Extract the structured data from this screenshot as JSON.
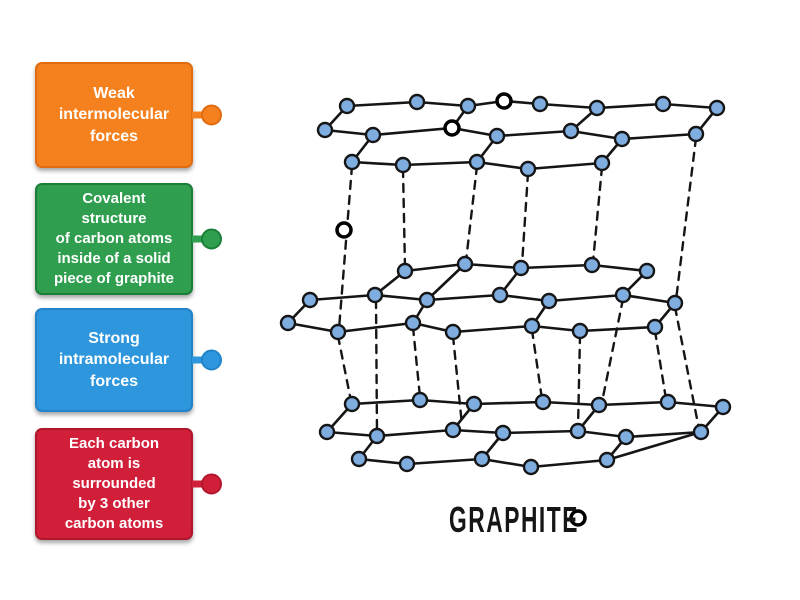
{
  "activity": {
    "background": "#ffffff"
  },
  "labels": [
    {
      "id": "weak-intermolecular-forces",
      "text": "Weak\nintermolecular\nforces",
      "fill": "#F5811E",
      "border": "#E06C12"
    },
    {
      "id": "covalent-structure",
      "text": "Covalent\nstructure\nof carbon atoms\ninside of a solid\npiece of graphite",
      "fill": "#2F9E4F",
      "border": "#1A7D38"
    },
    {
      "id": "strong-intramolecular-forces",
      "text": "Strong\nintramolecular\nforces",
      "fill": "#2D96DC",
      "border": "#2383C8"
    },
    {
      "id": "each-carbon-atom",
      "text": "Each carbon\natom is\nsurrounded\nby 3 other\ncarbon atoms",
      "fill": "#D21F39",
      "border": "#B0172E"
    }
  ],
  "diagram": {
    "caption": "GRAPHITE",
    "atom_fill": "#7FADDF",
    "atom_stroke": "#151515",
    "bond_color": "#151515",
    "target_fill": "#FFFFFF",
    "target_stroke": "#000000",
    "atoms": [
      [
        347,
        106,
        "c"
      ],
      [
        417,
        102,
        "c"
      ],
      [
        468,
        106,
        "c"
      ],
      [
        504,
        101,
        "t"
      ],
      [
        540,
        104,
        "c"
      ],
      [
        597,
        108,
        "c"
      ],
      [
        663,
        104,
        "c"
      ],
      [
        717,
        108,
        "c"
      ],
      [
        325,
        130,
        "c"
      ],
      [
        373,
        135,
        "c"
      ],
      [
        452,
        128,
        "t"
      ],
      [
        497,
        136,
        "c"
      ],
      [
        571,
        131,
        "c"
      ],
      [
        622,
        139,
        "c"
      ],
      [
        696,
        134,
        "c"
      ],
      [
        352,
        162,
        "c"
      ],
      [
        403,
        165,
        "c"
      ],
      [
        477,
        162,
        "c"
      ],
      [
        528,
        169,
        "c"
      ],
      [
        602,
        163,
        "c"
      ],
      [
        405,
        271,
        "c"
      ],
      [
        465,
        264,
        "c"
      ],
      [
        521,
        268,
        "c"
      ],
      [
        592,
        265,
        "c"
      ],
      [
        647,
        271,
        "c"
      ],
      [
        310,
        300,
        "c"
      ],
      [
        375,
        295,
        "c"
      ],
      [
        427,
        300,
        "c"
      ],
      [
        500,
        295,
        "c"
      ],
      [
        549,
        301,
        "c"
      ],
      [
        623,
        295,
        "c"
      ],
      [
        675,
        303,
        "c"
      ],
      [
        288,
        323,
        "c"
      ],
      [
        338,
        332,
        "c"
      ],
      [
        413,
        323,
        "c"
      ],
      [
        453,
        332,
        "c"
      ],
      [
        532,
        326,
        "c"
      ],
      [
        580,
        331,
        "c"
      ],
      [
        655,
        327,
        "c"
      ],
      [
        352,
        404,
        "c"
      ],
      [
        420,
        400,
        "c"
      ],
      [
        474,
        404,
        "c"
      ],
      [
        543,
        402,
        "c"
      ],
      [
        599,
        405,
        "c"
      ],
      [
        668,
        402,
        "c"
      ],
      [
        723,
        407,
        "c"
      ],
      [
        327,
        432,
        "c"
      ],
      [
        377,
        436,
        "c"
      ],
      [
        453,
        430,
        "c"
      ],
      [
        503,
        433,
        "c"
      ],
      [
        578,
        431,
        "c"
      ],
      [
        626,
        437,
        "c"
      ],
      [
        701,
        432,
        "c"
      ],
      [
        359,
        459,
        "c"
      ],
      [
        407,
        464,
        "c"
      ],
      [
        482,
        459,
        "c"
      ],
      [
        531,
        467,
        "c"
      ],
      [
        607,
        460,
        "c"
      ],
      [
        344,
        230,
        "t"
      ],
      [
        578,
        518,
        "t"
      ]
    ],
    "bonds": [
      [
        0,
        1
      ],
      [
        1,
        2
      ],
      [
        2,
        3
      ],
      [
        3,
        4
      ],
      [
        4,
        5
      ],
      [
        5,
        6
      ],
      [
        6,
        7
      ],
      [
        8,
        9
      ],
      [
        9,
        10
      ],
      [
        10,
        11
      ],
      [
        11,
        12
      ],
      [
        12,
        13
      ],
      [
        13,
        14
      ],
      [
        15,
        16
      ],
      [
        16,
        17
      ],
      [
        17,
        18
      ],
      [
        18,
        19
      ],
      [
        0,
        8
      ],
      [
        2,
        10
      ],
      [
        5,
        12
      ],
      [
        7,
        14
      ],
      [
        9,
        15
      ],
      [
        11,
        17
      ],
      [
        13,
        19
      ],
      [
        20,
        21
      ],
      [
        21,
        22
      ],
      [
        22,
        23
      ],
      [
        23,
        24
      ],
      [
        25,
        26
      ],
      [
        26,
        27
      ],
      [
        27,
        28
      ],
      [
        28,
        29
      ],
      [
        29,
        30
      ],
      [
        30,
        31
      ],
      [
        32,
        33
      ],
      [
        33,
        34
      ],
      [
        34,
        35
      ],
      [
        35,
        36
      ],
      [
        36,
        37
      ],
      [
        37,
        38
      ],
      [
        20,
        26
      ],
      [
        21,
        27
      ],
      [
        22,
        28
      ],
      [
        24,
        30
      ],
      [
        25,
        32
      ],
      [
        27,
        34
      ],
      [
        29,
        36
      ],
      [
        31,
        38
      ],
      [
        39,
        40
      ],
      [
        40,
        41
      ],
      [
        41,
        42
      ],
      [
        42,
        43
      ],
      [
        43,
        44
      ],
      [
        44,
        45
      ],
      [
        46,
        47
      ],
      [
        47,
        48
      ],
      [
        48,
        49
      ],
      [
        49,
        50
      ],
      [
        50,
        51
      ],
      [
        51,
        52
      ],
      [
        53,
        54
      ],
      [
        54,
        55
      ],
      [
        55,
        56
      ],
      [
        56,
        57
      ],
      [
        57,
        52
      ],
      [
        39,
        46
      ],
      [
        41,
        48
      ],
      [
        43,
        50
      ],
      [
        45,
        52
      ],
      [
        47,
        53
      ],
      [
        49,
        55
      ],
      [
        51,
        57
      ]
    ],
    "interlayer_bonds": [
      [
        352,
        166,
        339,
        329
      ],
      [
        403,
        169,
        405,
        268
      ],
      [
        477,
        166,
        466,
        261
      ],
      [
        528,
        173,
        522,
        265
      ],
      [
        602,
        167,
        593,
        262
      ],
      [
        696,
        138,
        676,
        300
      ],
      [
        338,
        336,
        351,
        401
      ],
      [
        376,
        300,
        377,
        433
      ],
      [
        413,
        327,
        420,
        397
      ],
      [
        453,
        336,
        462,
        425
      ],
      [
        532,
        330,
        542,
        399
      ],
      [
        580,
        335,
        578,
        428
      ],
      [
        655,
        331,
        666,
        399
      ],
      [
        623,
        299,
        602,
        402
      ],
      [
        675,
        307,
        699,
        429
      ]
    ]
  }
}
